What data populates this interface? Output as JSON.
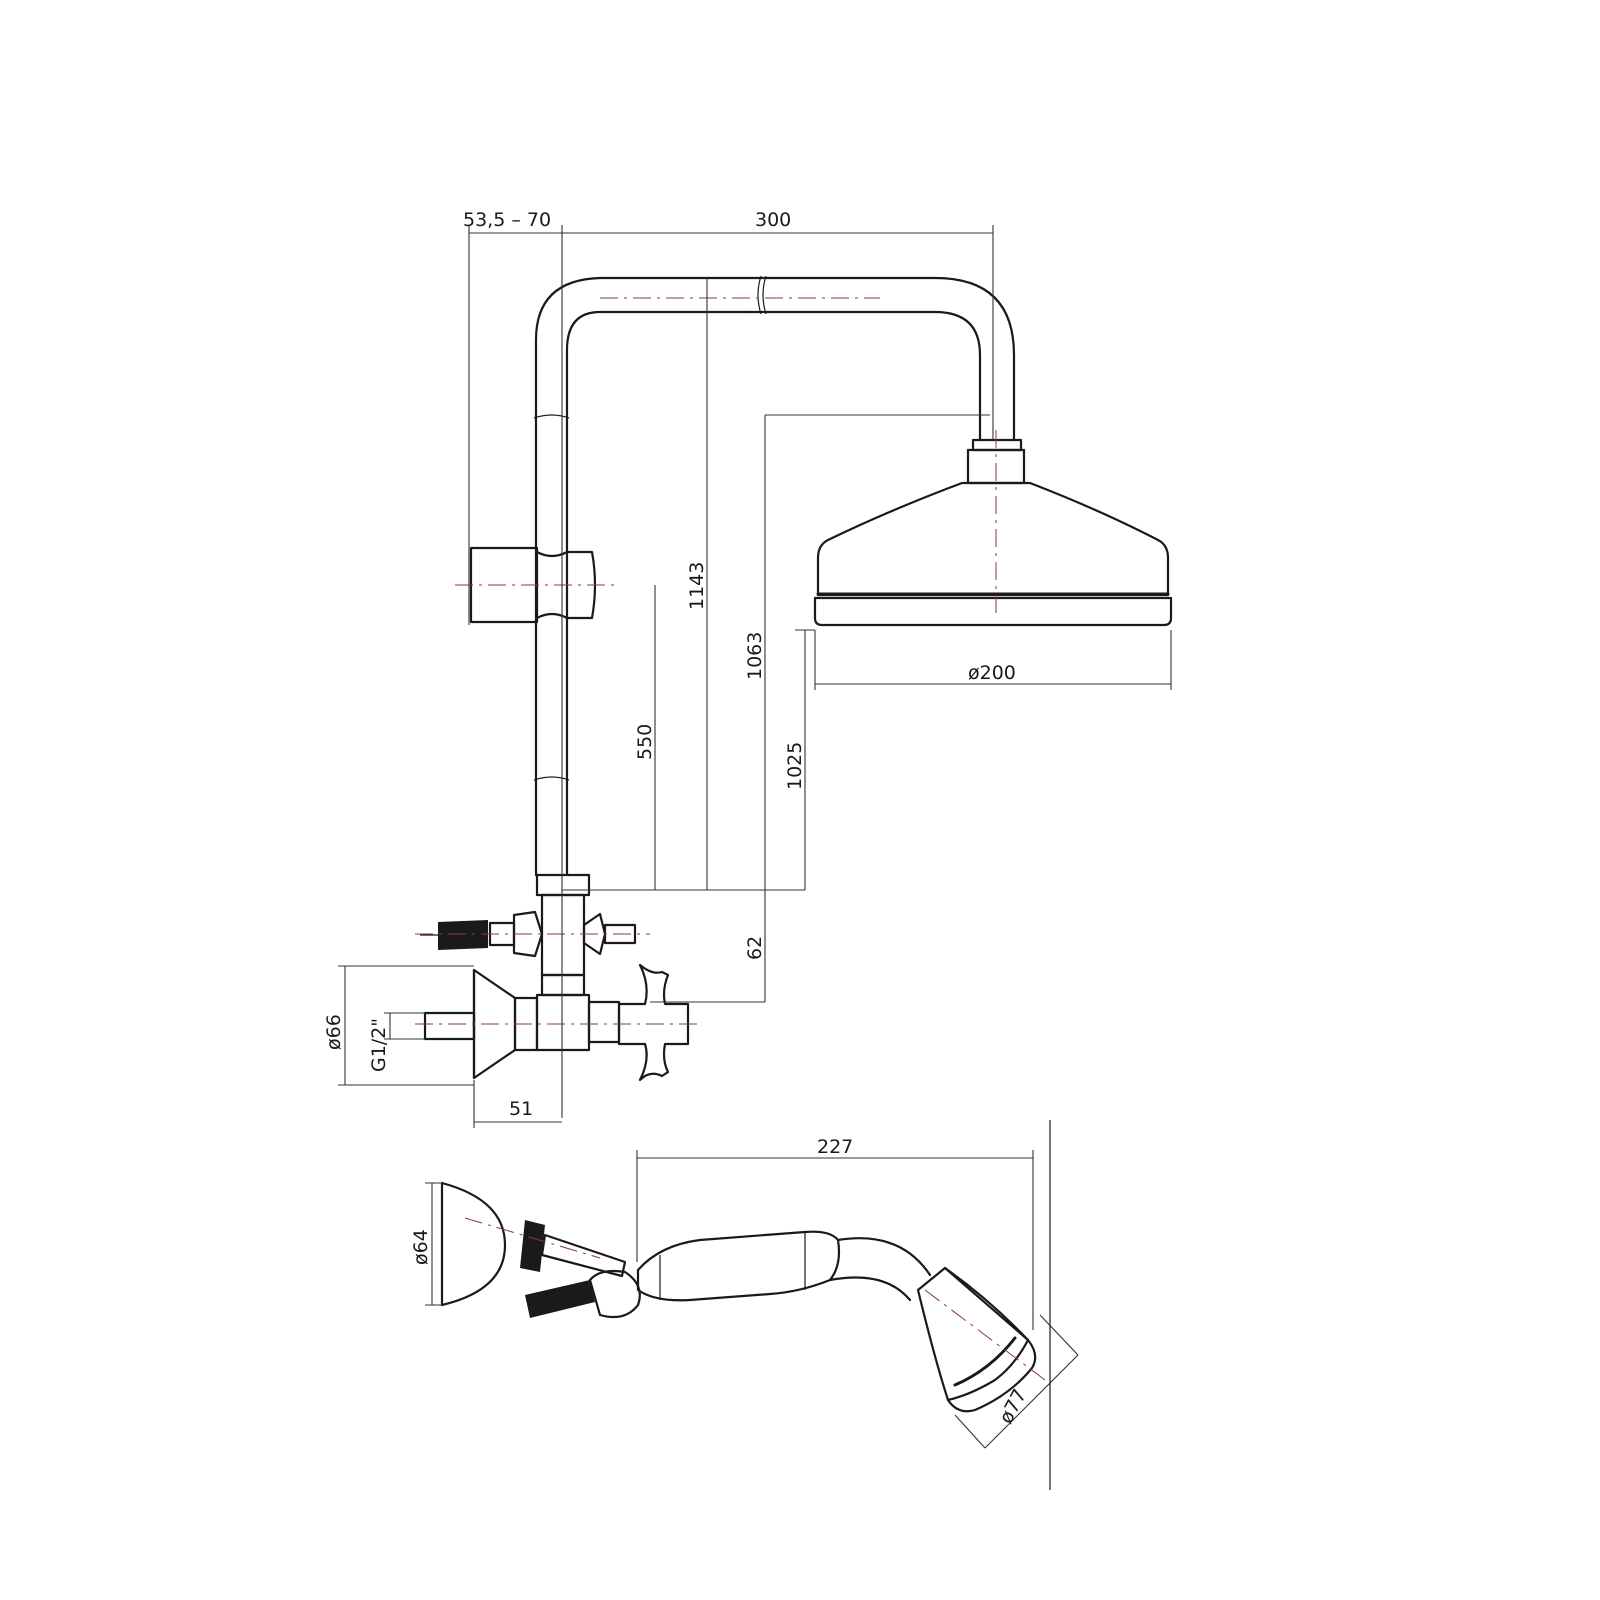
{
  "dimensions": {
    "bracket_offset": "53,5 – 70",
    "arm_length": "300",
    "height_total": "1143",
    "height_to_head_top": "1063",
    "height_to_head_bottom": "1025",
    "slider_height": "550",
    "head_diameter": "ø200",
    "valve_offset": "62",
    "flange_diameter": "ø66",
    "thread": "G1/2\"",
    "wall_depth": "51",
    "handshower_length": "227",
    "holder_diameter": "ø64",
    "handshower_diameter": "ø77"
  }
}
